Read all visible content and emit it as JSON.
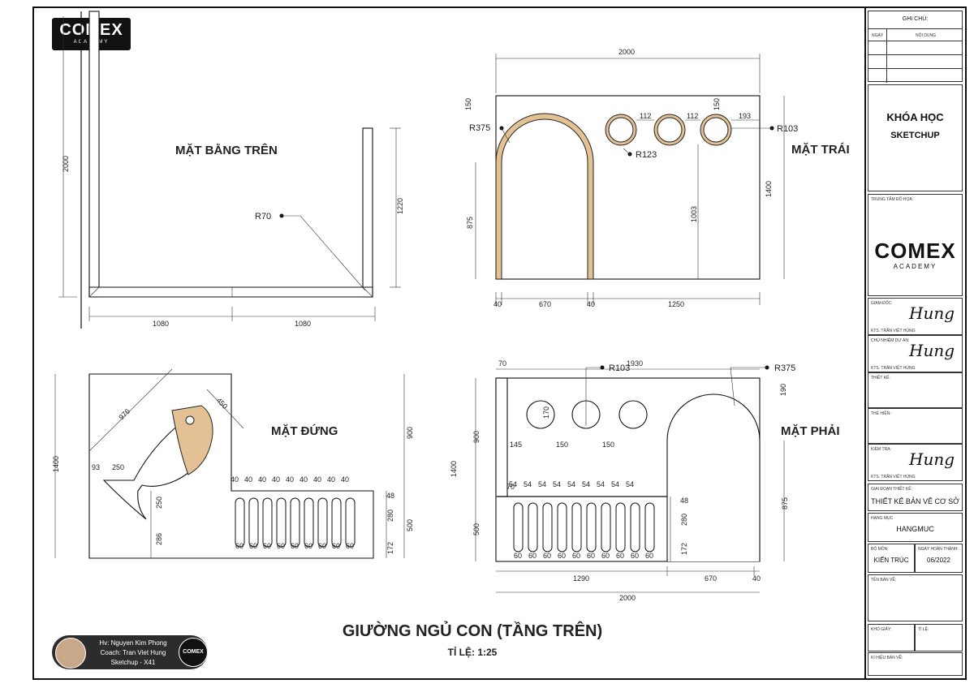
{
  "brand": {
    "name": "COMEX",
    "sub": "ACADEMY"
  },
  "views": {
    "top": "MẶT BẰNG TRÊN",
    "left": "MẶT TRÁI",
    "front": "MẶT ĐỨNG",
    "right": "MẶT PHẢI"
  },
  "dims": {
    "top": {
      "h2000": "2000",
      "r70": "R70",
      "h1220": "1220",
      "w1080a": "1080",
      "w1080b": "1080"
    },
    "left": {
      "w2000": "2000",
      "h150a": "150",
      "r375": "R375",
      "d112a": "112",
      "d112b": "112",
      "h150b": "150",
      "d193": "193",
      "r103": "R103",
      "r123": "R123",
      "h1400": "1400",
      "h1003": "1003",
      "h875": "875",
      "w40a": "40",
      "w670": "670",
      "w40b": "40",
      "w1250": "1250"
    },
    "front": {
      "h1400": "1400",
      "d976": "976",
      "d450": "450",
      "w93": "93",
      "w250": "250",
      "h250": "250",
      "h286": "286",
      "h900": "900",
      "h500": "500",
      "h48": "48",
      "h280": "280",
      "h172": "172",
      "top40": [
        "40",
        "40",
        "40",
        "40",
        "40",
        "40",
        "40",
        "40",
        "40"
      ],
      "bot60": [
        "60",
        "60",
        "60",
        "60",
        "60",
        "60",
        "60",
        "60",
        "60"
      ]
    },
    "right": {
      "w70": "70",
      "r103": "R103",
      "w1930": "1930",
      "r375": "R375",
      "h190": "190",
      "h170": "170",
      "h900": "900",
      "h1400": "1400",
      "w145": "145",
      "w150a": "150",
      "w150b": "150",
      "w70b": "70",
      "top54": [
        "54",
        "54",
        "54",
        "54",
        "54",
        "54",
        "54",
        "54",
        "54"
      ],
      "h48": "48",
      "h280": "280",
      "h172": "172",
      "h500": "500",
      "h875": "875",
      "bot60": [
        "60",
        "60",
        "60",
        "60",
        "60",
        "60",
        "60",
        "60",
        "60",
        "60"
      ],
      "w1290": "1290",
      "w670": "670",
      "w40": "40",
      "w2000": "2000"
    }
  },
  "main_title": "GIƯỜNG NGỦ CON (TẦNG TRÊN)",
  "scale": "TỈ LỆ: 1:25",
  "student": {
    "line1": "Hv: Nguyen Kim Phong",
    "line2": "Coach: Tran Viet Hung",
    "line3": "Sketchup - X41"
  },
  "panel": {
    "notes_title": "GHI CHÚ:",
    "col_date": "NGÀY",
    "col_content": "NỘI DUNG",
    "course1": "KHÓA HỌC",
    "course2": "SKETCHUP",
    "center": "TRUNG TÂM ĐỒ HỌA:",
    "director": "GIÁM ĐỐC:",
    "kts1": "KTS. TRẦN VIỆT HÙNG",
    "chief": "CHỦ NHIỆM DỰ ÁN:",
    "kts2": "KTS. TRẦN VIỆT HÙNG",
    "design": "THIẾT KẾ:",
    "perform": "THỂ HIỆN:",
    "check": "KIỂM TRA:",
    "kts3": "KTS. TRẦN VIỆT HÙNG",
    "stage_label": "GIAI ĐOẠN THIẾT KẾ:",
    "stage": "THIẾT KẾ BẢN VẼ CƠ SỞ",
    "item_label": "HẠNG MỤC",
    "item": "HANGMUC",
    "dept_label": "BỘ MÔN:",
    "dept": "KIẾN TRÚC",
    "done_label": "NGÀY HOÀN THÀNH:",
    "done": "06/2022",
    "drawing_label": "TÊN BẢN VẼ:",
    "paper_label": "KHỔ GIẤY:",
    "scale_label": "TỈ LỆ:",
    "code_label": "KÍ HIỆU BẢN VẼ:"
  }
}
